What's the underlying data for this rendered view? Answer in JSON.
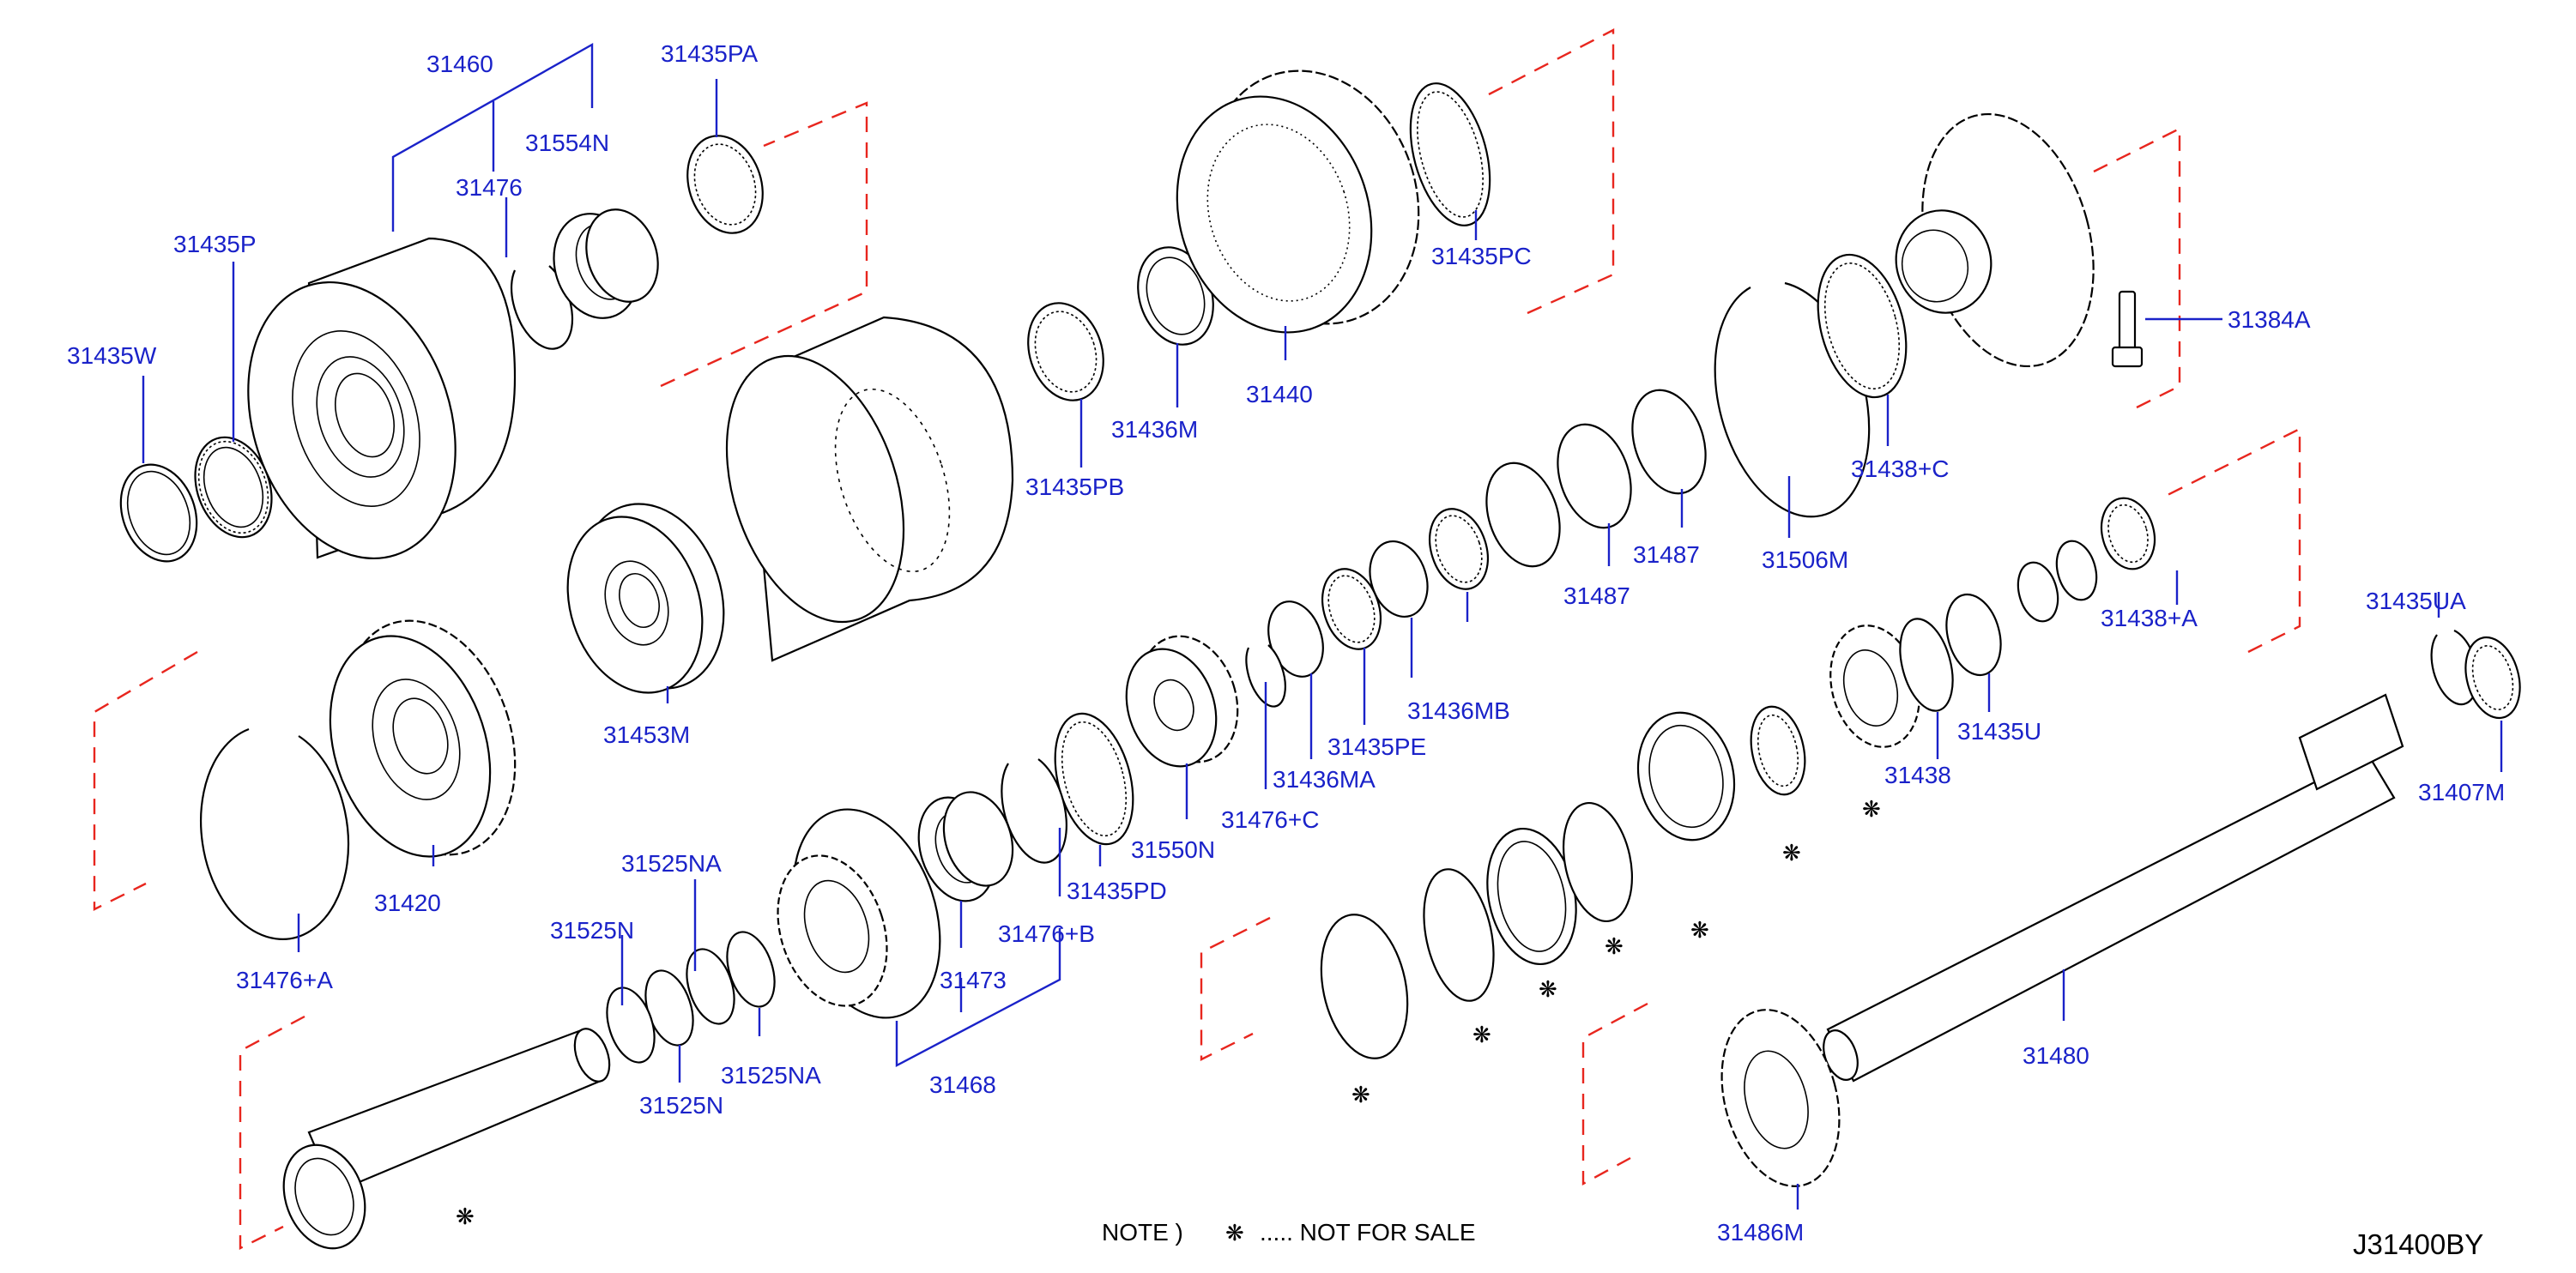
{
  "labels": {
    "l31460": "31460",
    "l31435PA": "31435PA",
    "l31554N": "31554N",
    "l31476": "31476",
    "l31435P": "31435P",
    "l31435W": "31435W",
    "l31435PC": "31435PC",
    "l31440": "31440",
    "l31436M": "31436M",
    "l31435PB": "31435PB",
    "l31384A": "31384A",
    "l31438C": "31438+C",
    "l31506M": "31506M",
    "l31487a": "31487",
    "l31487b": "31487",
    "l31453M": "31453M",
    "l31420": "31420",
    "l31476A": "31476+A",
    "l31436MB": "31436MB",
    "l31435PE": "31435PE",
    "l31436MA": "31436MA",
    "l31476C": "31476+C",
    "l31550N": "31550N",
    "l31435PD": "31435PD",
    "l31476B": "31476+B",
    "l31473": "31473",
    "l31468": "31468",
    "l31525NA_top": "31525NA",
    "l31525N_top": "31525N",
    "l31525N_bot": "31525N",
    "l31525NA_bot": "31525NA",
    "l31438A": "31438+A",
    "l31435U": "31435U",
    "l31438": "31438",
    "l31435UA": "31435UA",
    "l31407M": "31407M",
    "l31480": "31480",
    "l31486M": "31486M"
  },
  "note": {
    "prefix": "NOTE   )",
    "symbol": "❋",
    "text": "..... NOT   FOR   SALE"
  },
  "diagram_code": "J31400BY",
  "colors": {
    "label": "#1a22c9",
    "leader": "#1a22c9",
    "dashed_frame": "#e8261e",
    "part_outline": "#000000"
  }
}
